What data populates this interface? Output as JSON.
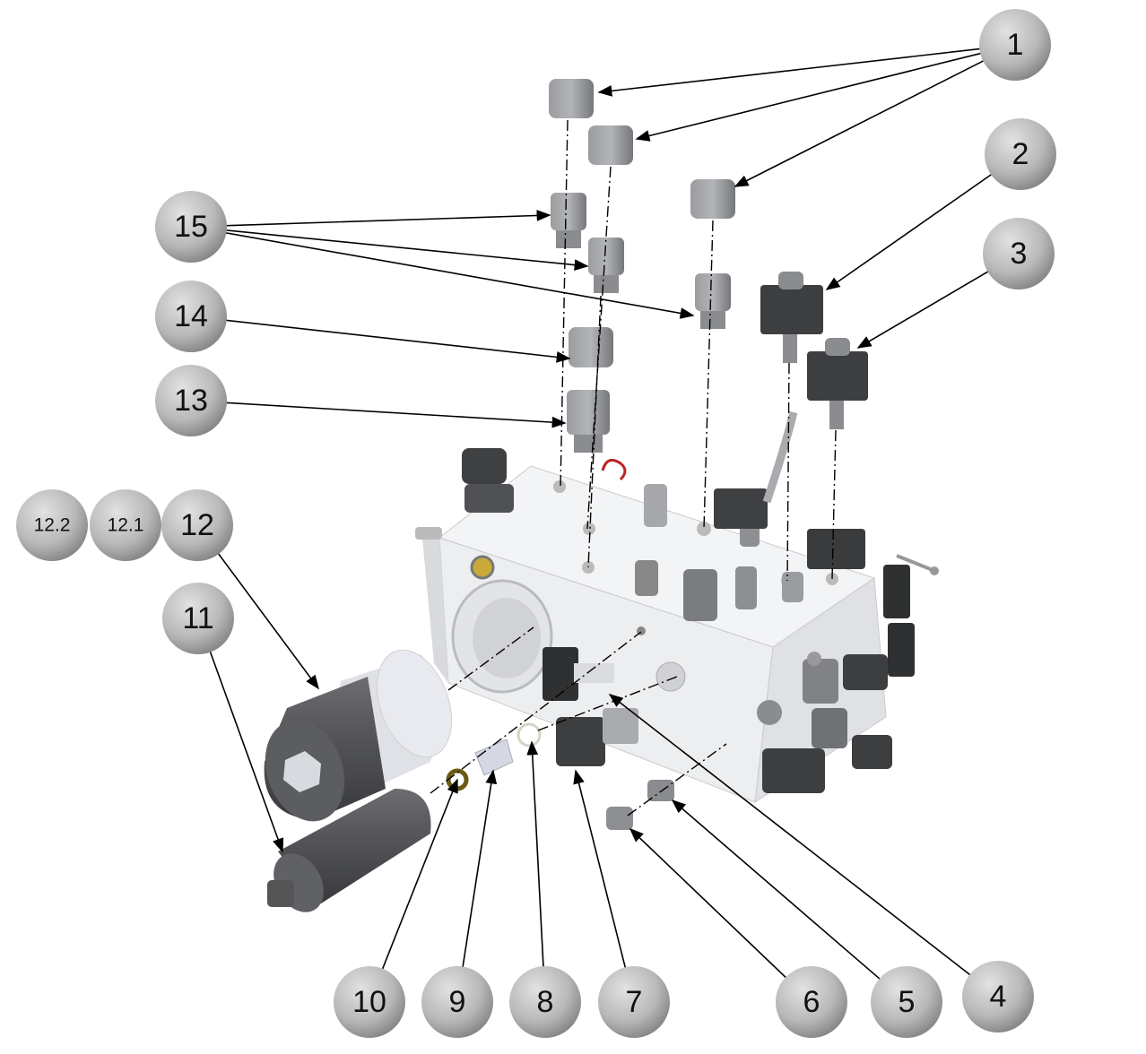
{
  "diagram": {
    "type": "exploded-assembly",
    "callouts": [
      {
        "id": "c1",
        "label": "1"
      },
      {
        "id": "c2",
        "label": "2"
      },
      {
        "id": "c3",
        "label": "3"
      },
      {
        "id": "c4",
        "label": "4"
      },
      {
        "id": "c5",
        "label": "5"
      },
      {
        "id": "c6",
        "label": "6"
      },
      {
        "id": "c7",
        "label": "7"
      },
      {
        "id": "c8",
        "label": "8"
      },
      {
        "id": "c9",
        "label": "9"
      },
      {
        "id": "c10",
        "label": "10"
      },
      {
        "id": "c11",
        "label": "11"
      },
      {
        "id": "c12",
        "label": "12"
      },
      {
        "id": "c12_1",
        "label": "12.1"
      },
      {
        "id": "c12_2",
        "label": "12.2"
      },
      {
        "id": "c13",
        "label": "13"
      },
      {
        "id": "c14",
        "label": "14"
      },
      {
        "id": "c15",
        "label": "15"
      }
    ],
    "colors": {
      "block": "#f1f2f4",
      "part_dark": "#4a4b4d",
      "part_mid": "#7d7f82",
      "part_light": "#a9abae",
      "callout": "#b9b9b9"
    }
  }
}
